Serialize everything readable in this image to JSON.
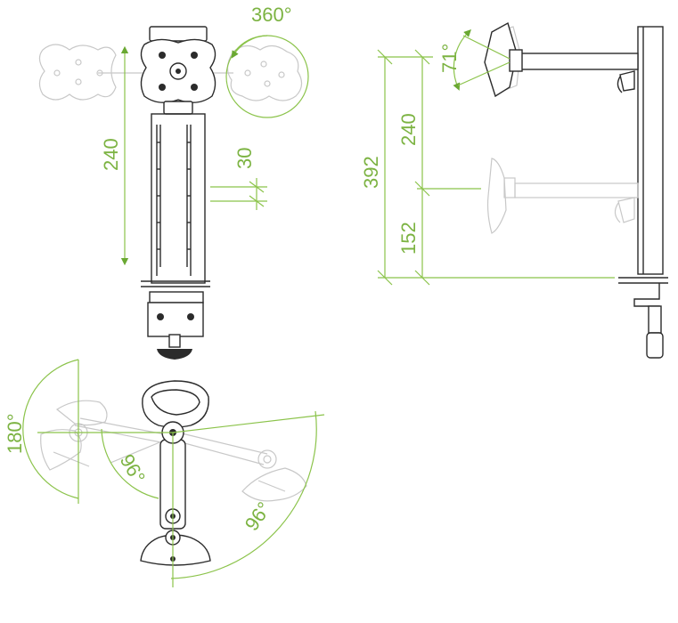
{
  "diagram": {
    "labels": {
      "rotation": "360°",
      "height_front": "240",
      "offset": "30",
      "tilt": "71°",
      "total_height": "392",
      "height_side": "240",
      "min_height": "152",
      "swivel_base": "180°",
      "swivel_arm": "96°",
      "swivel_pivot": "96°"
    },
    "colors": {
      "accent": "#7cb342",
      "line": "#2b2b2b",
      "ghost": "#c8c8c8"
    }
  }
}
